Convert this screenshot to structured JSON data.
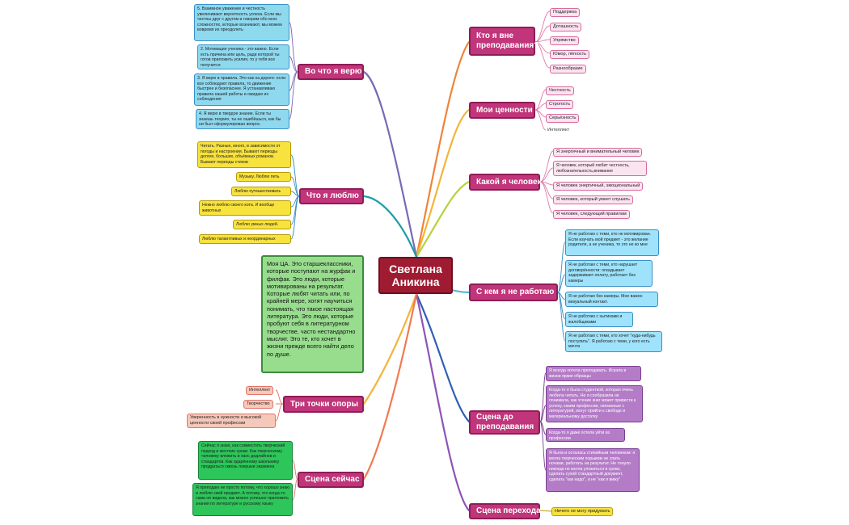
{
  "center": "Светлана Аникина",
  "right": [
    {
      "label": "Кто я вне преподавания?",
      "items": [
        "Поддержка",
        "Доташность",
        "Упрямство",
        "Юмор, лёгкость",
        "Разнообразие"
      ]
    },
    {
      "label": "Мои ценности",
      "items": [
        "Честность",
        "Строгость",
        "Серьёзность",
        "Интеллект"
      ]
    },
    {
      "label": "Какой я человек",
      "items": [
        "Я энергичный и внимательный человек",
        "Я человек, который любит честность, любознательность,внимание",
        "Я человек энергичный, эмоциональный",
        "Я человек, который умеет слушать",
        "Я человек, следующий правилам"
      ]
    },
    {
      "label": "С кем я не работаю",
      "items": [
        "Я не работаю с теми, кто не мотивирован. Если изучать мой предмет - это желание родителя, а не ученика, то это не ко мне",
        "Я не работаю с теми, кто нарушает договорённости: опаздывает задерживает оплату, работает без камеры",
        "Я не работаю без камеры. Мне важен визуальный контакт.",
        "Я не работаю с нытиками и жалобщиками",
        "Я не работаю с теми, кто хочет \"куда-нибудь поступить\". Я работаю с теми, у кого есть мечта"
      ]
    },
    {
      "label": "Сцена до преподавания",
      "items": [
        "Я всегда хотела преподавать. Искала в жизни яркие образцы",
        "Когда-то я была студенткой, которая очень любила читать. Не я сообразила не понимала, как чтение книг может привести к успеху, каким профессии, связанные с литературой, могут прийти к свободе и материальному достатку",
        "Когда-то я даже хотела уйти из профессии",
        "Я была и осталась стихийным человеком: я могла творческим порывом не спать ночами, работать на результат. Не тянуло никогда не могла уложиться в сроки, сделать сухой стандартный документ, сделать \"как надо\", а не \"как я вижу\""
      ]
    },
    {
      "label": "Сцена перехода",
      "items": [
        "Ничего не могу придумать"
      ]
    }
  ],
  "left": [
    {
      "label": "Во что я верю",
      "items": [
        "5. Взаимное уважение и честность увеличивают вероятность успеха. Если мы честны друг с другом и говорим обо всех сложностях, которые возникают, мы можем вовремя их преодолеть",
        "2. Мотивация ученика - это важно. Если есть причина или цель, ради которой ты готов приложить усилия, то у тебя все получится",
        "3. Я верю в правила. Это как на дороге: если все соблюдают правила, то движение быстрее и безопаснее. Я устанавливаю правила нашей работы и ожидаю их соблюдения",
        "4. Я верю в твердое знание. Если ты знаешь теорию, ты не ошибёшься, как бы ни был сформулирован вопрос."
      ]
    },
    {
      "label": "Что я люблю",
      "items": [
        "Читать. Разные, много, в зависимости от погоды и настроения. Бывают периоды долгих, больших, объёмных романов. Бывают периоды стихов",
        "Музыку. Люблю петь",
        "Люблю путешествовать",
        "Нежно люблю своего кота. И вообще животных",
        "Люблю умных людей.",
        "Люблю талантливых и неординарных"
      ]
    },
    {
      "label": "Три точки опоры",
      "items": [
        "Интеллект",
        "Творчество",
        "Уверенность в нужности и высокой ценности своей профессии"
      ]
    },
    {
      "label": "Сцена сейчас",
      "items": [
        "Сейчас я знаю, как совместить творческий подход и жесткие сроки. Как творческому человеку вложить в хаос дедлайнов и стандартов. Как одарённому школьнику продраться сквозь ловушки экзамена",
        "Я преподаю не просто потому, что хорошо знаю и люблю свой предмет. А потому, что когда-то сама не видела, как можно успешно приложить знания по литературе и русскому языку"
      ]
    }
  ],
  "audience_note": "Моя ЦА. Это старшеклассники, которые поступают на журфак и филфак. Это люди, которые мотивированы на результат. Которые любят читать или, по крайней мере, хотят научиться понимать, что такое настоящая литература. Это люди, которые пробуют себя в литературном творчестве, часто нестандартно мыслят. Это те, кто хочет в жизни прежде всего найти дело по душе.",
  "colors": {
    "center": "#9e1b32",
    "branch": "#c1357a"
  }
}
